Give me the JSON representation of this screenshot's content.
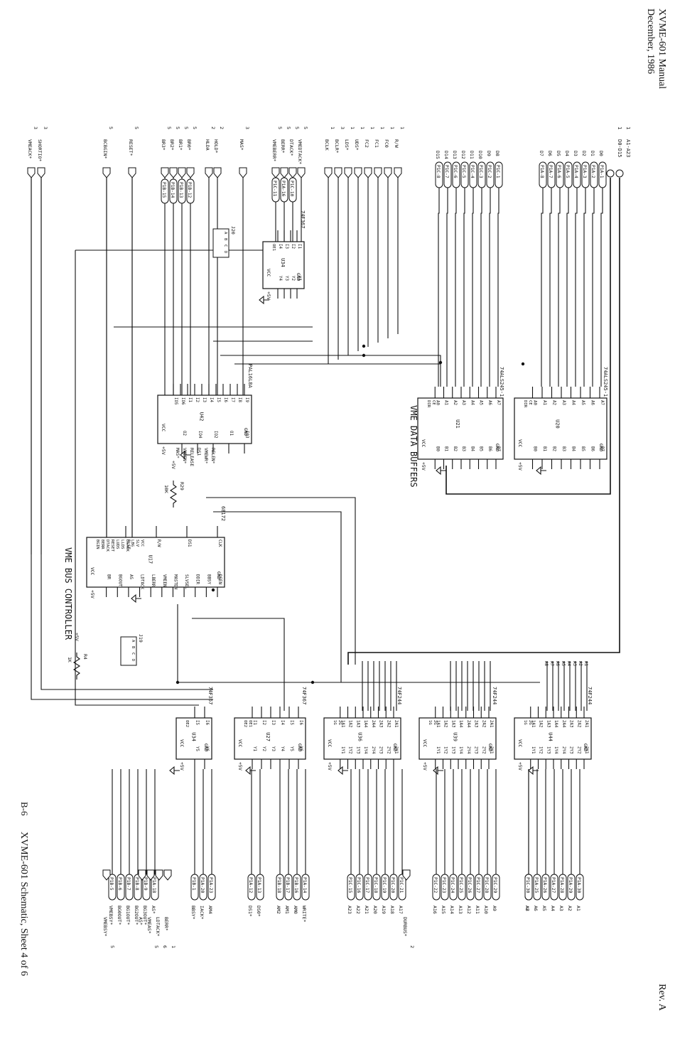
{
  "header": {
    "title": "XVME-601 Manual",
    "date": "December, 1986",
    "rev": "Rev. A",
    "caption": "XVME-601 Schematic, Sheet 4 of 6",
    "page": "B-6"
  },
  "top_buses": [
    {
      "label": "A1-A23",
      "sheet": "1"
    },
    {
      "label": "D0-D15",
      "sheet": "1"
    }
  ],
  "data_buffer_section": "VME DATA BUFFERS",
  "bus_controller_section": "VME BUS CONTROLLER",
  "chips": [
    {
      "ref": "U20",
      "part": "74ALS245-1",
      "supply": "+5V",
      "pins_left": [
        "VCC",
        "DIR",
        "CE"
      ],
      "pins_b": [
        "B7",
        "B6",
        "B5",
        "B4",
        "B3",
        "B2",
        "B1",
        "B0"
      ],
      "pins_a": [
        "A7",
        "A6",
        "A5",
        "A4",
        "A3",
        "A2",
        "A1",
        "A0"
      ],
      "gnd": "GND"
    },
    {
      "ref": "U21",
      "part": "74ALS245-1",
      "supply": "+5V",
      "pins_left": [
        "VCC",
        "DIR",
        "CE"
      ],
      "pins_b": [
        "B7",
        "B6",
        "B5",
        "B4",
        "B3",
        "B2",
        "B1",
        "B0"
      ],
      "pins_a": [
        "A7",
        "A6",
        "A5",
        "A4",
        "A3",
        "A2",
        "A1",
        "A0"
      ],
      "gnd": "GND"
    },
    {
      "ref": "U34",
      "part": "74F367",
      "supply": "+5V",
      "pins_left": [
        "VCC",
        "OE1"
      ],
      "pins_a": [
        "I1",
        "I2",
        "I3",
        "I4"
      ],
      "pins_b": [
        "Y1",
        "Y2",
        "Y3",
        "Y4"
      ],
      "gnd": "GND"
    },
    {
      "ref": "U42",
      "part": "PAL16L8A",
      "supply": "+5V",
      "pins_left": [
        "VCC"
      ],
      "pins_a": [
        "I9",
        "I8",
        "I7",
        "I6",
        "I5",
        "I4",
        "I3",
        "I2",
        "I1",
        "IO6",
        "IO5"
      ],
      "pins_b": [
        "IO3",
        "O1",
        "IO2",
        "IO4",
        "O2"
      ],
      "gnd": "GND"
    },
    {
      "ref": "U17",
      "part": "68172",
      "supply": "+5V",
      "pins_left": [
        "VCC",
        "BGIN",
        "BERR",
        "DTACK",
        "RESET",
        "LUDS",
        "LLDS",
        "DSACK",
        "LBG",
        "SLV",
        "VCC"
      ],
      "pins_a": [
        "CLK",
        "DS1",
        "R/W",
        "RLSE"
      ],
      "pins_b": [
        "DSEN",
        "BBSY",
        "DDIR",
        "SLVSEL",
        "MASTEN",
        "VMEEN",
        "LBERR",
        "LDTACK",
        "AS",
        "BGOUT",
        "BR"
      ],
      "gnd": "GND"
    },
    {
      "ref": "U44",
      "part": "74F244",
      "supply": "+5V",
      "pins_left": [
        "VCC",
        "1G",
        "2G"
      ],
      "pins_a": [
        "2A1",
        "2A2",
        "2A3",
        "2A4",
        "1A4",
        "1A3",
        "1A2",
        "1A1"
      ],
      "pins_b": [
        "2Y1",
        "2Y2",
        "2Y3",
        "2Y4",
        "1Y4",
        "1Y3",
        "1Y2",
        "1Y1"
      ],
      "gnd": "GND"
    },
    {
      "ref": "U39",
      "part": "74F244",
      "supply": "+5V",
      "pins_left": [
        "VCC",
        "1G",
        "2G"
      ],
      "pins_a": [
        "2A1",
        "2A2",
        "2A3",
        "2A4",
        "1A4",
        "1A3",
        "1A2",
        "1A1"
      ],
      "pins_b": [
        "2Y1",
        "2Y2",
        "2Y3",
        "2Y4",
        "1Y4",
        "1Y3",
        "1Y2",
        "1Y1"
      ],
      "gnd": "GND"
    },
    {
      "ref": "U36",
      "part": "74F244",
      "supply": "+5V",
      "pins_left": [
        "VCC",
        "1G",
        "2G"
      ],
      "pins_a": [
        "2A1",
        "2A2",
        "2A3",
        "2A4",
        "1A4",
        "1A3",
        "1A2",
        "1A1"
      ],
      "pins_b": [
        "2Y1",
        "2Y2",
        "2Y3",
        "2Y4",
        "1Y4",
        "1Y3",
        "1Y2",
        "1Y1"
      ],
      "gnd": "GND"
    },
    {
      "ref": "U27",
      "part": "74F367",
      "supply": "+5V",
      "pins_left": [
        "VCC",
        "OE2",
        "OE1"
      ],
      "pins_a": [
        "I6",
        "I5",
        "I4",
        "I3",
        "I2",
        "I1"
      ],
      "pins_b": [
        "Y6",
        "Y5",
        "Y4",
        "Y3",
        "Y2",
        "Y1"
      ],
      "gnd": "GND"
    },
    {
      "ref": "U34",
      "part": "74F367",
      "supply": "+5V",
      "pins_left": [
        "VCC",
        "OE2"
      ],
      "pins_a": [
        "I6",
        "I5"
      ],
      "pins_b": [
        "Y6",
        "Y5"
      ],
      "gnd": "GND"
    }
  ],
  "passives": [
    {
      "ref": "R29",
      "value": "10K",
      "net": "+5V"
    },
    {
      "ref": "R4",
      "value": "1K",
      "net": "+5V"
    }
  ],
  "jumpers": [
    {
      "ref": "J20",
      "pins": [
        "A",
        "B",
        "C",
        "D"
      ]
    },
    {
      "ref": "J19",
      "pins": [
        "A",
        "B",
        "C",
        "D"
      ]
    }
  ],
  "top_signals": [
    {
      "name": "R/W",
      "sheet": "1"
    },
    {
      "name": "FC0",
      "sheet": "1"
    },
    {
      "name": "FC1",
      "sheet": "1"
    },
    {
      "name": "FC2",
      "sheet": "1"
    },
    {
      "name": "UDS*",
      "sheet": "1"
    },
    {
      "name": "LDS*",
      "sheet": "1"
    },
    {
      "name": "BCLR*",
      "sheet": "3"
    },
    {
      "name": "BCLK",
      "sheet": "1"
    },
    {
      "name": "VMEDTACK*",
      "sheet": "5"
    },
    {
      "name": "DTACK*",
      "sheet": "5"
    },
    {
      "name": "BERR*",
      "sheet": "5"
    },
    {
      "name": "VMEBERR*",
      "sheet": "5"
    },
    {
      "name": "MAS*",
      "sheet": "3"
    },
    {
      "name": "HOLD*",
      "sheet": "2"
    },
    {
      "name": "HLDA",
      "sheet": "2"
    },
    {
      "name": "BR0*",
      "sheet": "5"
    },
    {
      "name": "BR1*",
      "sheet": "5"
    },
    {
      "name": "BR2*",
      "sheet": "5"
    },
    {
      "name": "BR3*",
      "sheet": "5"
    },
    {
      "name": "RESET*",
      "sheet": "5"
    },
    {
      "name": "BCBGIN*",
      "sheet": "5"
    },
    {
      "name": "SHORTIO*",
      "sheet": "3"
    },
    {
      "name": "VMEACK*",
      "sheet": "3"
    }
  ],
  "data_lines": [
    "D0",
    "D1",
    "D2",
    "D3",
    "D4",
    "D5",
    "D6",
    "D7",
    "D8",
    "D9",
    "D10",
    "D11",
    "D12",
    "D13",
    "D14",
    "D15"
  ],
  "conn_data_u20": [
    "P1A-1",
    "P1A-2",
    "P1A-3",
    "P1A-4",
    "P1A-5",
    "P1A-6",
    "P1A-7",
    "P1A-8"
  ],
  "conn_data_u21": [
    "P1C-1",
    "P1C-2",
    "P1C-3",
    "P1C-4",
    "P1C-5",
    "P1C-6",
    "P1C-7",
    "P1C-8"
  ],
  "conn_control": [
    "P1C-10",
    "P1A-16",
    "P1C-11"
  ],
  "conn_br": [
    "P1B-12",
    "P1B-13",
    "P1B-14",
    "P1B-15"
  ],
  "bottom_groups": [
    {
      "conns": [
        "P1A-30",
        "P1A-29",
        "P1A-28",
        "P1A-27",
        "P1A-26",
        "P1A-25",
        "P1A-24"
      ],
      "nets": [
        "A1",
        "A2",
        "A3",
        "A4",
        "A5",
        "A6",
        "A7"
      ]
    },
    {
      "conns": [
        "P1C-30"
      ],
      "nets": [
        "A8"
      ]
    },
    {
      "conns": [
        "P1C-29",
        "P1C-28",
        "P1C-27",
        "P1C-26",
        "P1C-25",
        "P1C-24",
        "P1C-23",
        "P1C-22"
      ],
      "nets": [
        "A9",
        "A10",
        "A11",
        "A12",
        "A13",
        "A14",
        "A15",
        "A16"
      ]
    },
    {
      "conns": [
        "P1C-21",
        "P1C-20",
        "P1C-19",
        "P1C-18",
        "P1C-17",
        "P1C-16",
        "P1C-15"
      ],
      "nets": [
        "A17",
        "A18",
        "A19",
        "A20",
        "A21",
        "A22",
        "A23"
      ]
    },
    {
      "conns": [
        "P1A-14",
        "P1B-16",
        "P1B-17",
        "P1B-18"
      ],
      "nets": [
        "WRITE*",
        "AM0",
        "AM1",
        "AM2"
      ]
    },
    {
      "conns": [
        "P1A-13",
        "P1A-12"
      ],
      "nets": [
        "DS0*",
        "DS1*"
      ]
    },
    {
      "conns": [
        "P1A-23",
        "P1A-20",
        "P1B-1"
      ],
      "nets": [
        "AM4",
        "IACK*",
        "BBSY*"
      ]
    },
    {
      "conns": [
        "P1A-18",
        "P1B-9",
        "P1B-8",
        "P1B-7",
        "P1B-6"
      ],
      "nets": [
        "AS*",
        "BG3OUT*",
        "BG2OUT*",
        "BG1OUT*",
        "BG0OUT*"
      ]
    },
    {
      "conns": [
        "P1B-5"
      ],
      "nets": [
        "VMEBSY*"
      ]
    }
  ],
  "bottom_misc": [
    {
      "name": "DURBUS*",
      "sheet": "2"
    },
    {
      "name": "BERR*",
      "sheet": "1"
    },
    {
      "name": "LDTACK*",
      "sheet": "6"
    },
    {
      "name": "VMEAS*",
      "sheet": "5"
    },
    {
      "name": "AS*",
      "sheet": ""
    },
    {
      "name": "VMEBSY*",
      "sheet": "5"
    }
  ],
  "internal_nets": [
    "RELEN*",
    "VMEWR*",
    "DS1",
    "RELEASE",
    "VMEEN*",
    "MAS*"
  ]
}
